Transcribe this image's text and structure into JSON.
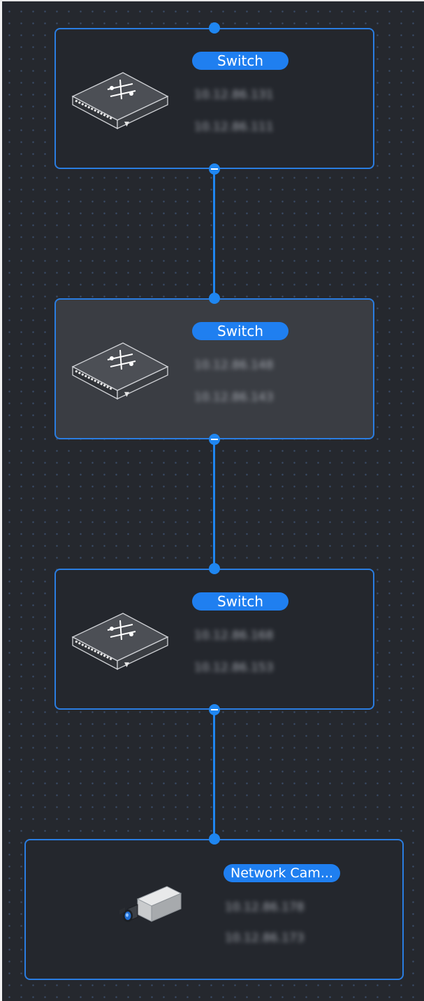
{
  "topology": {
    "nodes": [
      {
        "name": "switch-node-1",
        "type_label": "Switch",
        "icon": "network-switch-icon",
        "ip_line_1": "10.12.86.131",
        "ip_line_2": "10.12.86.111",
        "selected": false
      },
      {
        "name": "switch-node-2",
        "type_label": "Switch",
        "icon": "network-switch-icon",
        "ip_line_1": "10.12.86.148",
        "ip_line_2": "10.12.86.143",
        "selected": true
      },
      {
        "name": "switch-node-3",
        "type_label": "Switch",
        "icon": "network-switch-icon",
        "ip_line_1": "10.12.86.168",
        "ip_line_2": "10.12.86.153",
        "selected": false
      },
      {
        "name": "camera-node",
        "type_label": "Network Cam...",
        "icon": "network-camera-icon",
        "ip_line_1": "10.12.86.178",
        "ip_line_2": "10.12.86.173",
        "selected": false
      }
    ],
    "colors": {
      "accent": "#1f86f0",
      "node_border": "#2a7de1",
      "background": "#25282e",
      "selected_fill": "#3a3d43"
    }
  }
}
